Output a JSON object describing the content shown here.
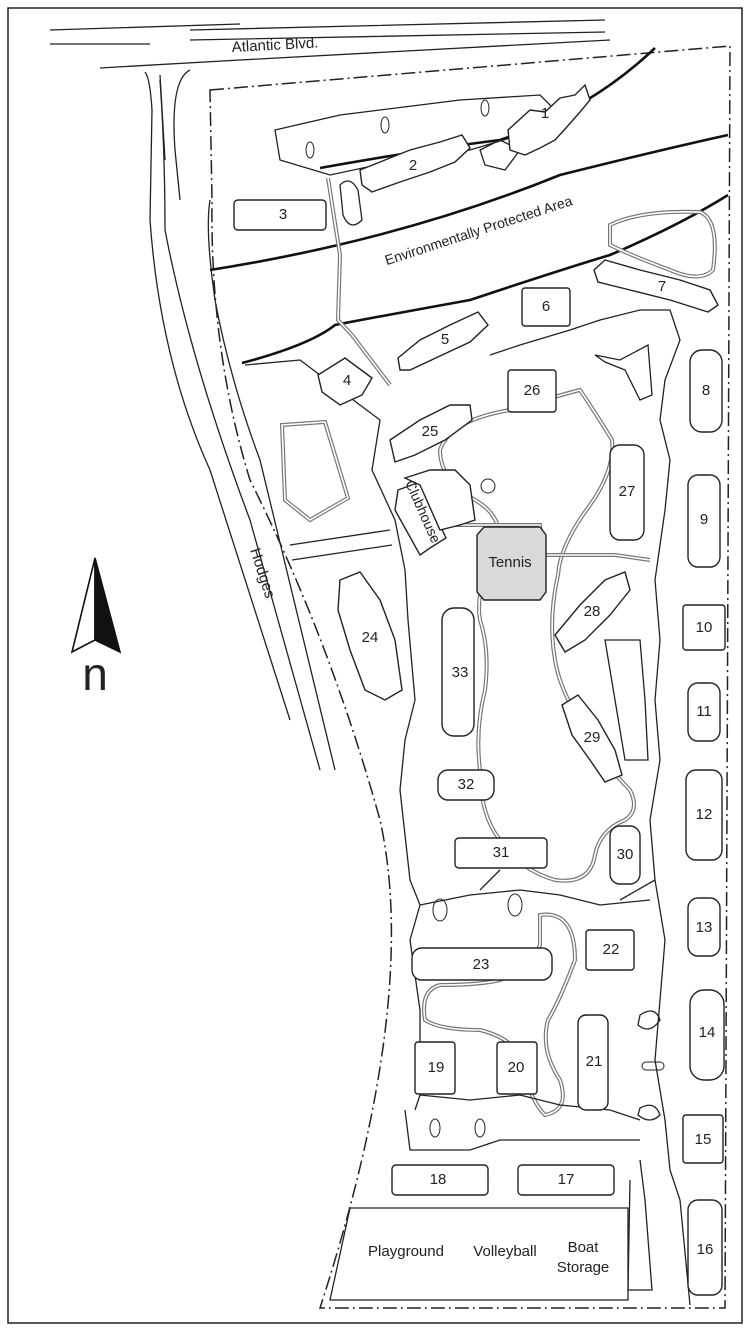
{
  "map": {
    "roads": {
      "atlantic": "Atlantic Blvd.",
      "hodges": "Hodges"
    },
    "areas": {
      "protected": "Environmentally Protected Area",
      "clubhouse": "Clubhouse",
      "tennis": "Tennis",
      "playground": "Playground",
      "volleyball": "Volleyball",
      "boat_line1": "Boat",
      "boat_line2": "Storage"
    },
    "compass_label": "n",
    "buildings": [
      "1",
      "2",
      "3",
      "4",
      "5",
      "6",
      "7",
      "8",
      "9",
      "10",
      "11",
      "12",
      "13",
      "14",
      "15",
      "16",
      "17",
      "18",
      "19",
      "20",
      "21",
      "22",
      "23",
      "24",
      "25",
      "26",
      "27",
      "28",
      "29",
      "30",
      "31",
      "32",
      "33"
    ],
    "colors": {
      "ink": "#222222",
      "tennis_fill": "#d9d9d9",
      "path_gray": "#777777"
    }
  }
}
